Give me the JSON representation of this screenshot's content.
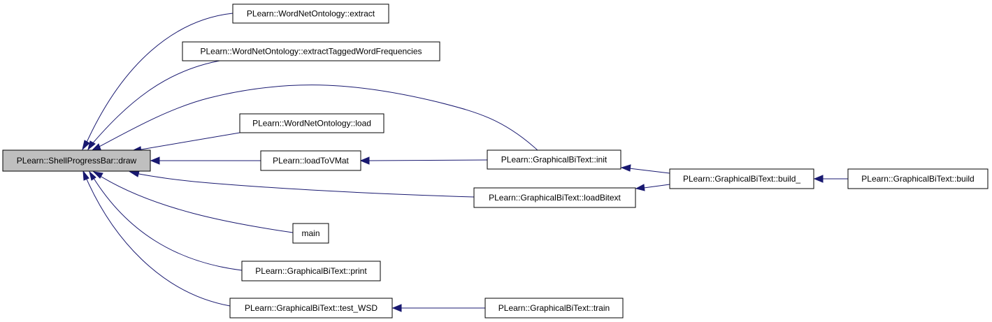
{
  "colors": {
    "root_fill": "#bfbfbf",
    "node_fill": "#ffffff",
    "edge": "#191970",
    "border": "#000000"
  },
  "graph": {
    "nodes": {
      "draw": "PLearn::ShellProgressBar::draw",
      "extract": "PLearn::WordNetOntology::extract",
      "extractTagged": "PLearn::WordNetOntology::extractTaggedWordFrequencies",
      "wnload": "PLearn::WordNetOntology::load",
      "loadToVMat": "PLearn::loadToVMat",
      "init": "PLearn::GraphicalBiText::init",
      "loadBitext": "PLearn::GraphicalBiText::loadBitext",
      "build_": "PLearn::GraphicalBiText::build_",
      "build": "PLearn::GraphicalBiText::build",
      "main": "main",
      "print": "PLearn::GraphicalBiText::print",
      "test_WSD": "PLearn::GraphicalBiText::test_WSD",
      "train": "PLearn::GraphicalBiText::train"
    }
  }
}
